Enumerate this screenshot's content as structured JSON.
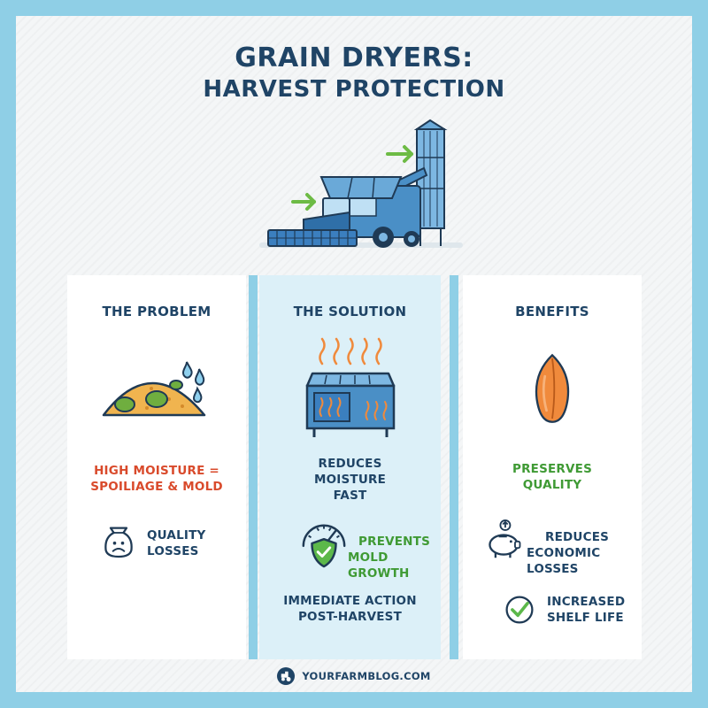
{
  "title": {
    "line1": "GRAIN DRYERS:",
    "line2": "HARVEST PROTECTION"
  },
  "panels": {
    "problem": {
      "heading": "THE PROBLEM",
      "headline_line1": "HIGH MOISTURE =",
      "headline_line2": "SPOILIAGE & MOLD",
      "item_line1": "QUALITY",
      "item_line2": "LOSSES"
    },
    "solution": {
      "heading": "THE SOLUTION",
      "headline_line1": "REDUCES",
      "headline_line2": "MOISTURE",
      "headline_line3": "FAST",
      "item_line1": "PREVENTS",
      "item_line2": "MOLD GROWTH",
      "action_line1": "IMMEDIATE ACTION",
      "action_line2": "POST-HARVEST"
    },
    "benefits": {
      "heading": "BENEFITS",
      "headline_line1": "PRESERVES",
      "headline_line2": "QUALITY",
      "item1_line1": "REDUCES",
      "item1_line2": "ECONOMIC LOSSES",
      "item2_line1": "INCREASED",
      "item2_line2": "SHELF LIFE"
    }
  },
  "footer": {
    "site": "YOURFARMBLOG.COM"
  },
  "icons": [
    "combine-harvester-icon",
    "grain-silo-icon",
    "arrow-right-icon",
    "moldy-grain-pile-icon",
    "water-drop-icon",
    "sad-grain-sack-icon",
    "grain-dryer-icon",
    "heat-waves-icon",
    "gauge-icon",
    "shield-check-icon",
    "grain-kernel-icon",
    "piggy-bank-icon",
    "check-circle-icon",
    "tractor-logo-icon"
  ],
  "colors": {
    "navy": "#1f4466",
    "red": "#d94a2b",
    "green": "#3f9a34",
    "blue": "#4a8fc6",
    "orange": "#f08a3c",
    "background": "#8fcfe6"
  }
}
